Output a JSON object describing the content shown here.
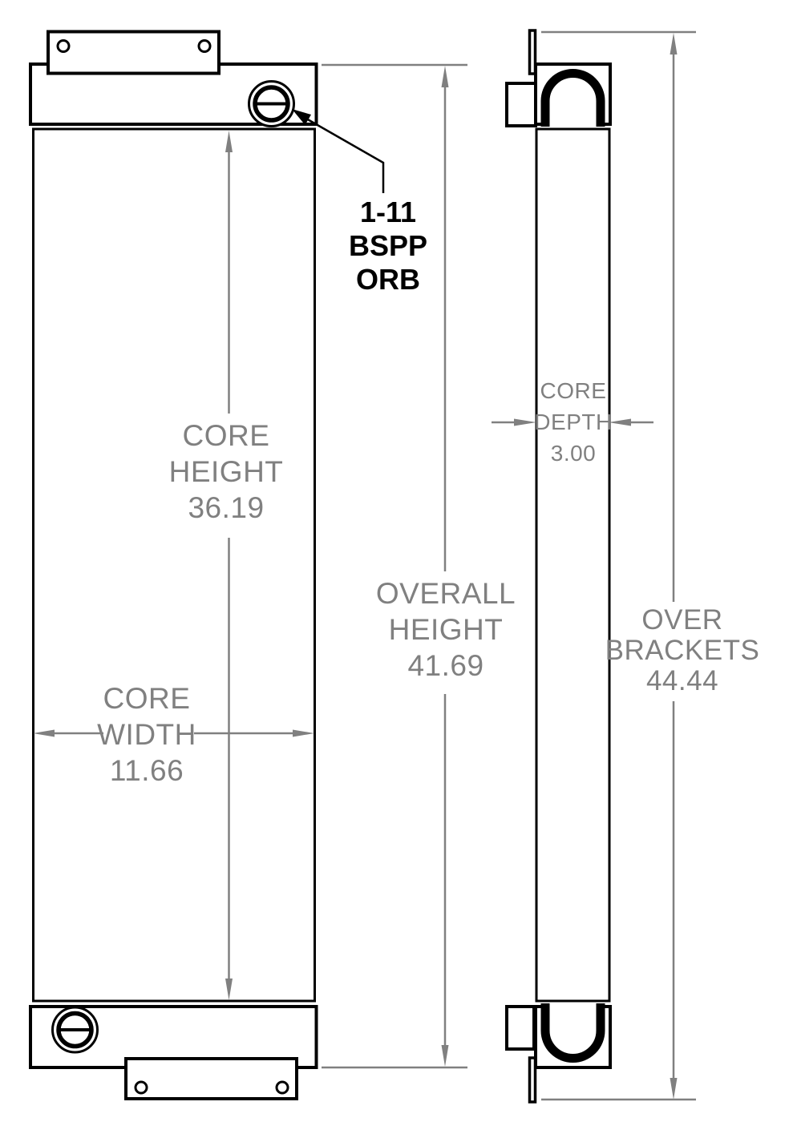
{
  "port_label": {
    "lines": [
      "1-11",
      "BSPP",
      "ORB"
    ]
  },
  "dimensions": {
    "core_height": {
      "lines": [
        "CORE",
        "HEIGHT",
        "36.19"
      ]
    },
    "overall_height": {
      "lines": [
        "OVERALL",
        "HEIGHT",
        "41.69"
      ]
    },
    "core_width": {
      "lines": [
        "CORE",
        "WIDTH",
        "11.66"
      ]
    },
    "core_depth": {
      "lines": [
        "CORE",
        "DEPTH",
        "3.00"
      ]
    },
    "over_brackets": {
      "lines": [
        "OVER",
        "BRACKETS",
        "44.44"
      ]
    }
  },
  "colors": {
    "outline": "#000000",
    "dimension": "#808080",
    "background": "#ffffff"
  }
}
